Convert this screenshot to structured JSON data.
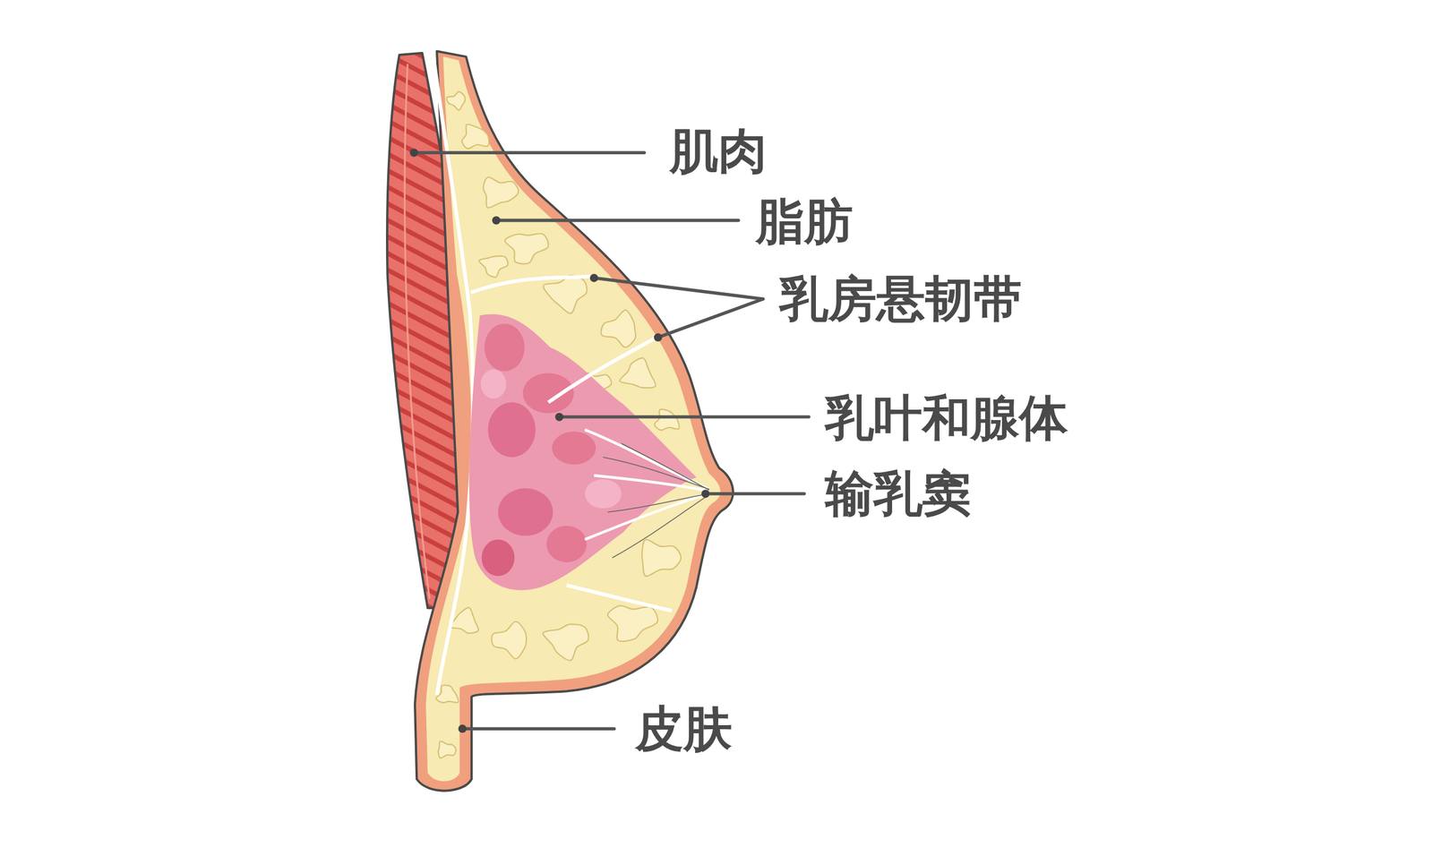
{
  "diagram": {
    "labels": [
      "肌肉",
      "脂肪",
      "乳房悬韧带",
      "乳叶和腺体",
      "输乳窦",
      "皮肤"
    ]
  }
}
